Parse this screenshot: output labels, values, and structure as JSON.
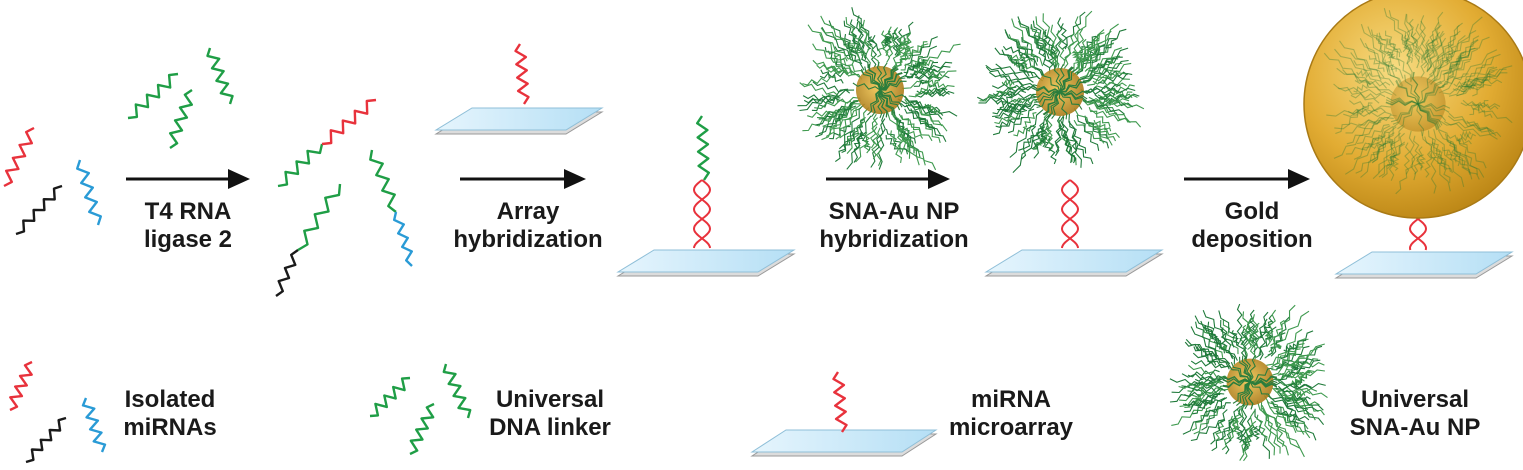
{
  "steps": {
    "ligation": {
      "line1": "T4 RNA",
      "line2": "ligase 2"
    },
    "array_hyb": {
      "line1": "Array",
      "line2": "hybridization"
    },
    "nano_hyb": {
      "line1": "SNA-Au NP",
      "line2": "hybridization"
    },
    "gold": {
      "line1": "Gold",
      "line2": "deposition"
    }
  },
  "legend": {
    "mirnas": {
      "line1": "Isolated",
      "line2": "miRNAs"
    },
    "linker": {
      "line1": "Universal",
      "line2": "DNA  linker"
    },
    "microarray": {
      "line1": "miRNA",
      "line2": "microarray"
    },
    "sna": {
      "line1": "Universal",
      "line2": "SNA-Au NP"
    }
  },
  "colors": {
    "mirna": "#e8323c",
    "linker": "#1f9e46",
    "blue_strand": "#2a9bd6",
    "black_strand": "#1a1a1a",
    "slide": "#cfeaf8",
    "gold": "#e3b03a",
    "dna_shell": "#1f7a3a"
  }
}
